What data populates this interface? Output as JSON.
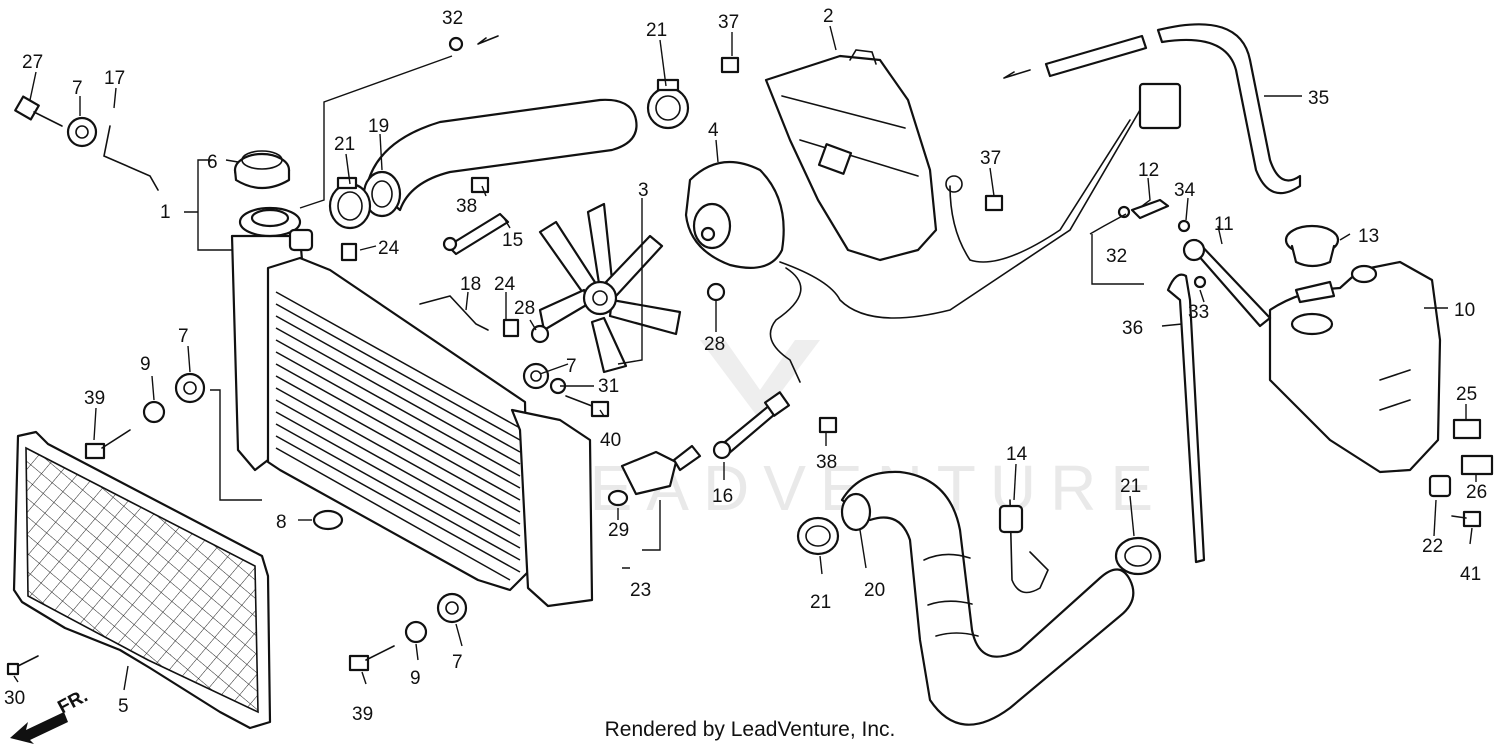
{
  "footer": "Rendered by LeadVenture, Inc.",
  "watermark": "LEADVENTURE",
  "front_marker": "FR.",
  "callouts": [
    {
      "id": "c27",
      "text": "27"
    },
    {
      "id": "c7a",
      "text": "7"
    },
    {
      "id": "c17",
      "text": "17"
    },
    {
      "id": "c6",
      "text": "6"
    },
    {
      "id": "c1",
      "text": "1"
    },
    {
      "id": "c21a",
      "text": "21"
    },
    {
      "id": "c19",
      "text": "19"
    },
    {
      "id": "c32a",
      "text": "32"
    },
    {
      "id": "c21b",
      "text": "21"
    },
    {
      "id": "c37a",
      "text": "37"
    },
    {
      "id": "c2",
      "text": "2"
    },
    {
      "id": "c35",
      "text": "35"
    },
    {
      "id": "c38a",
      "text": "38"
    },
    {
      "id": "c15",
      "text": "15"
    },
    {
      "id": "c24a",
      "text": "24"
    },
    {
      "id": "c4",
      "text": "4"
    },
    {
      "id": "c3",
      "text": "3"
    },
    {
      "id": "c37b",
      "text": "37"
    },
    {
      "id": "c12",
      "text": "12"
    },
    {
      "id": "c34",
      "text": "34"
    },
    {
      "id": "c11",
      "text": "11"
    },
    {
      "id": "c32b",
      "text": "32"
    },
    {
      "id": "c13",
      "text": "13"
    },
    {
      "id": "c18",
      "text": "18"
    },
    {
      "id": "c24b",
      "text": "24"
    },
    {
      "id": "c28a",
      "text": "28"
    },
    {
      "id": "c28b",
      "text": "28"
    },
    {
      "id": "c33",
      "text": "33"
    },
    {
      "id": "c10",
      "text": "10"
    },
    {
      "id": "c36",
      "text": "36"
    },
    {
      "id": "c7b",
      "text": "7"
    },
    {
      "id": "c9a",
      "text": "9"
    },
    {
      "id": "c39a",
      "text": "39"
    },
    {
      "id": "c7c",
      "text": "7"
    },
    {
      "id": "c31",
      "text": "31"
    },
    {
      "id": "c40",
      "text": "40"
    },
    {
      "id": "c25",
      "text": "25"
    },
    {
      "id": "c38b",
      "text": "38"
    },
    {
      "id": "c16",
      "text": "16"
    },
    {
      "id": "c14",
      "text": "14"
    },
    {
      "id": "c21c",
      "text": "21"
    },
    {
      "id": "c26",
      "text": "26"
    },
    {
      "id": "c8",
      "text": "8"
    },
    {
      "id": "c29",
      "text": "29"
    },
    {
      "id": "c23",
      "text": "23"
    },
    {
      "id": "c20",
      "text": "20"
    },
    {
      "id": "c21d",
      "text": "21"
    },
    {
      "id": "c22",
      "text": "22"
    },
    {
      "id": "c41",
      "text": "41"
    },
    {
      "id": "c9b",
      "text": "9"
    },
    {
      "id": "c7d",
      "text": "7"
    },
    {
      "id": "c39b",
      "text": "39"
    },
    {
      "id": "c30",
      "text": "30"
    },
    {
      "id": "c5",
      "text": "5"
    }
  ]
}
